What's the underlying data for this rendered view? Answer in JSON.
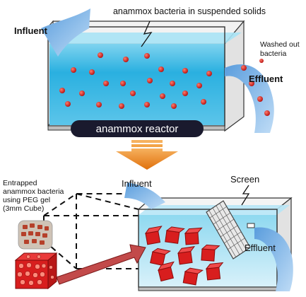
{
  "top": {
    "caption": "anammox bacteria  in suspended solids",
    "influent": "Influent",
    "washed_out_line1": "Washed out",
    "washed_out_line2": "bacteria",
    "effluent": "Effluent",
    "reactor_label": "anammox reactor"
  },
  "bottom": {
    "entrapped_line1": "Entrapped",
    "entrapped_line2": "anammox bacteria",
    "entrapped_line3": "using PEG gel",
    "entrapped_line4": "(3mm Cube)",
    "influent": "Influent",
    "screen": "Screen",
    "effluent": "Effluent"
  },
  "colors": {
    "water": "#2ab0e0",
    "bacteria": "#d81e1e",
    "arrow_orange": "#f08a1a",
    "flow_blue": "#7fb4e6",
    "label_box": "#1a1a2e"
  }
}
